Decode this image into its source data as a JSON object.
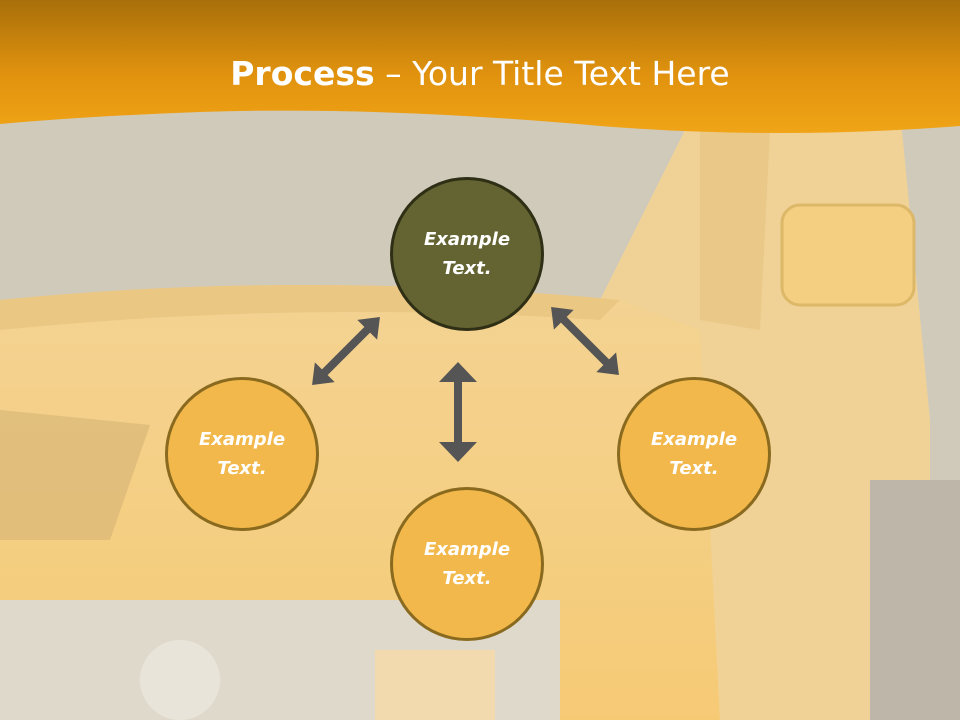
{
  "title": {
    "bold": "Process",
    "sep": " – ",
    "rest": "Your Title Text Here"
  },
  "nodes": {
    "top": "Example Text.",
    "left": "Example Text.",
    "right": "Example Text.",
    "bottom": "Example Text."
  },
  "colors": {
    "header": "#e89a10",
    "node_fill": "#f2b84b",
    "node_border": "#8a6a1e",
    "center_fill": "#646432",
    "arrow": "#555555"
  }
}
